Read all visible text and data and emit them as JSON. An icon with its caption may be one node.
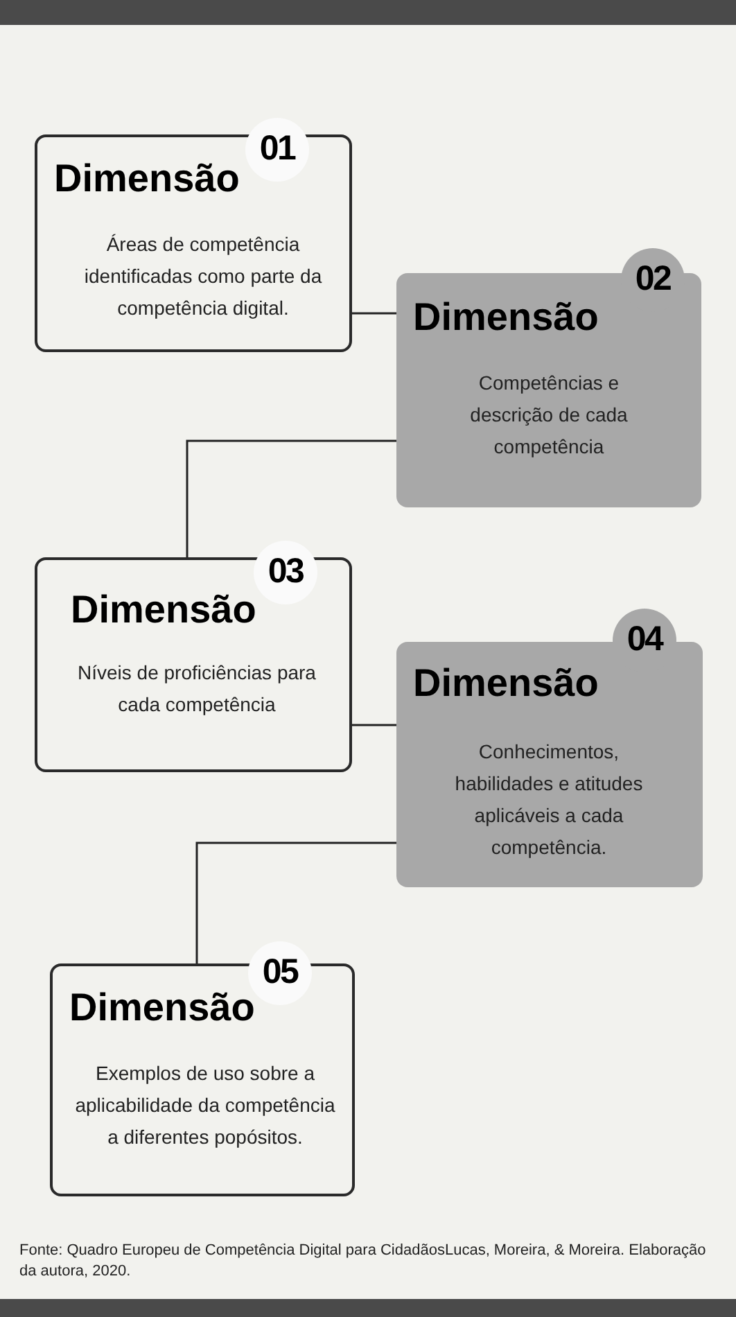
{
  "diagram": {
    "nodes": [
      {
        "text": [
          "01",
          "Dimensão",
          "Áreas de competência identificadas como parte da competência digital."
        ]
      },
      {
        "text": [
          "02",
          "Dimensão",
          "Competências e descrição de cada competência"
        ]
      },
      {
        "text": [
          "03",
          "Dimensão",
          "Níveis de proficiências para cada competência"
        ]
      },
      {
        "text": [
          "04",
          "Dimensão",
          "Conhecimentos, habilidades e atitudes aplicáveis a cada competência."
        ]
      },
      {
        "text": [
          "05",
          "Dimensão",
          "Exemplos de uso sobre a aplicabilidade da competência a diferentes popósitos."
        ]
      }
    ],
    "edges": [
      {
        "from": 0,
        "to": 1,
        "arrow": "none"
      },
      {
        "from": 1,
        "to": 2,
        "arrow": "none"
      },
      {
        "from": 2,
        "to": 3,
        "arrow": "none"
      },
      {
        "from": 3,
        "to": 4,
        "arrow": "none"
      }
    ],
    "labels": [
      "Fonte: Quadro Europeu de Competência Digital para CidadãosLucas, Moreira, & Moreira. Elaboração da autora, 2020."
    ]
  }
}
